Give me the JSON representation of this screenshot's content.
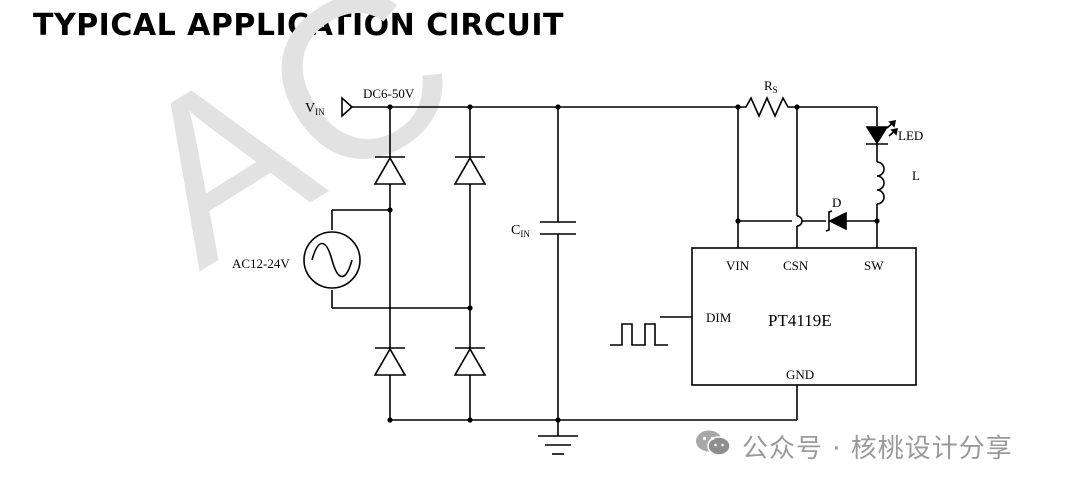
{
  "title": "TYPICAL APPLICATION CIRCUIT",
  "labels": {
    "vin_main": "V",
    "vin_sub": "IN",
    "dc_range": "DC6-50V",
    "ac_range": "AC12-24V",
    "cin_main": "C",
    "cin_sub": "IN",
    "rs_main": "R",
    "rs_sub": "S",
    "led": "LED",
    "inductor": "L",
    "diode": "D",
    "pin_vin": "VIN",
    "pin_csn": "CSN",
    "pin_sw": "SW",
    "pin_dim": "DIM",
    "pin_gnd": "GND",
    "chip_name": "PT4119E"
  },
  "watermark": {
    "bg_letters": "AC",
    "text": "公众号 · 核桃设计分享",
    "icon": "wechat-icon"
  }
}
